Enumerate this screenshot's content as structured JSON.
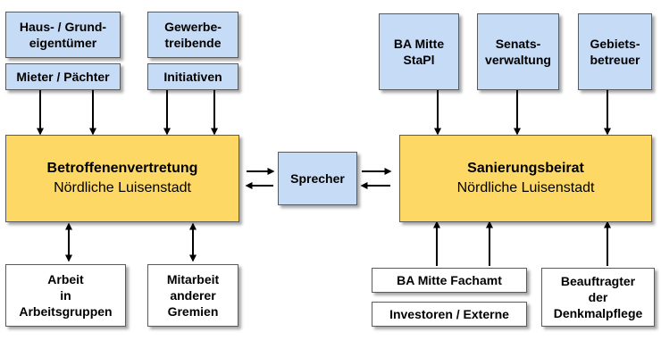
{
  "colors": {
    "blue": "#c6dbf5",
    "yellow": "#fdd864",
    "white": "#ffffff",
    "border": "#5a5a5a"
  },
  "left": {
    "haus_grund": "Haus- / Grund-\neigentümer",
    "gewerbe": "Gewerbe-\ntreibende",
    "mieter": "Mieter / Pächter",
    "initiativen": "Initiativen",
    "main_title": "Betroffenenvertretung",
    "main_sub": "Nördliche Luisenstadt",
    "arbeit": "Arbeit\nin\nArbeitsgruppen",
    "mitarbeit": "Mitarbeit\nanderer\nGremien"
  },
  "center": {
    "sprecher": "Sprecher"
  },
  "right": {
    "ba_mitte_stapl": "BA Mitte\nStaPl",
    "senats": "Senats-\nverwaltung",
    "gebiets": "Gebiets-\nbetreuer",
    "main_title": "Sanierungsbeirat",
    "main_sub": "Nördliche Luisenstadt",
    "fachamt": "BA Mitte Fachamt",
    "investoren": "Investoren / Externe",
    "beauftragter": "Beauftragter\nder\nDenkmalpflege"
  }
}
